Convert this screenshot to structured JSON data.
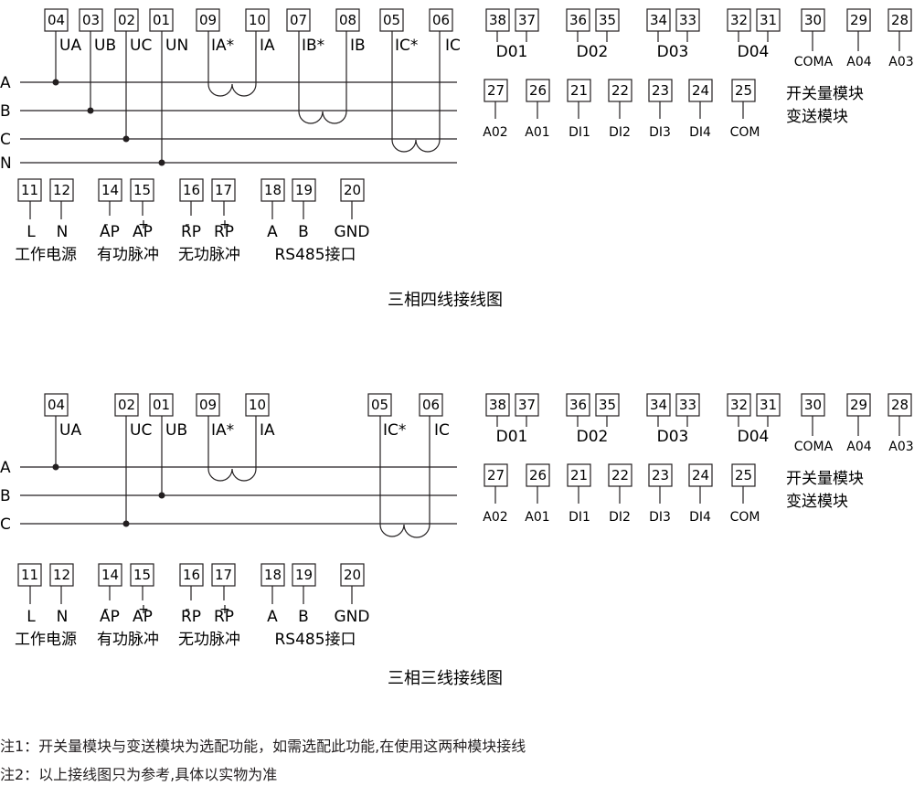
{
  "diagrams": [
    {
      "title": "三相四线接线图",
      "current_terminals": [
        {
          "num": "04",
          "label": "UA"
        },
        {
          "num": "03",
          "label": "UB"
        },
        {
          "num": "02",
          "label": "UC"
        },
        {
          "num": "01",
          "label": "UN"
        },
        {
          "num": "09",
          "label": "IA*"
        },
        {
          "num": "10",
          "label": "IA"
        },
        {
          "num": "07",
          "label": "IB*"
        },
        {
          "num": "08",
          "label": "IB"
        },
        {
          "num": "05",
          "label": "IC*"
        },
        {
          "num": "06",
          "label": "IC"
        }
      ],
      "lines": [
        "A",
        "B",
        "C",
        "N"
      ]
    },
    {
      "title": "三相三线接线图",
      "current_terminals": [
        {
          "num": "04",
          "label": "UA"
        },
        {
          "num": "02",
          "label": "UC"
        },
        {
          "num": "01",
          "label": "UB"
        },
        {
          "num": "09",
          "label": "IA*"
        },
        {
          "num": "10",
          "label": "IA"
        },
        {
          "num": "05",
          "label": "IC*"
        },
        {
          "num": "06",
          "label": "IC"
        }
      ],
      "lines": [
        "A",
        "B",
        "C"
      ]
    }
  ],
  "relay_module": {
    "pairs": [
      {
        "nums": [
          "38",
          "37"
        ],
        "label": "D01"
      },
      {
        "nums": [
          "36",
          "35"
        ],
        "label": "D02"
      },
      {
        "nums": [
          "34",
          "33"
        ],
        "label": "D03"
      },
      {
        "nums": [
          "32",
          "31"
        ],
        "label": "D04"
      }
    ],
    "singles": [
      {
        "num": "30",
        "label": "COMA"
      },
      {
        "num": "29",
        "label": "A04"
      },
      {
        "num": "28",
        "label": "A03"
      }
    ],
    "row2": [
      {
        "num": "27",
        "label": "A02"
      },
      {
        "num": "26",
        "label": "A01"
      },
      {
        "num": "21",
        "label": "DI1"
      },
      {
        "num": "22",
        "label": "DI2"
      },
      {
        "num": "23",
        "label": "DI3"
      },
      {
        "num": "24",
        "label": "DI4"
      },
      {
        "num": "25",
        "label": "COM"
      }
    ],
    "name_line1": "开关量模块",
    "name_line2": "变送模块"
  },
  "bottom_terminals": [
    {
      "num": "11",
      "label": "L"
    },
    {
      "num": "12",
      "label": "N"
    },
    {
      "num": "14",
      "label": "AP",
      "mark": "-"
    },
    {
      "num": "15",
      "label": "AP",
      "mark": "+"
    },
    {
      "num": "16",
      "label": "RP",
      "mark": "-"
    },
    {
      "num": "17",
      "label": "RP",
      "mark": "+"
    },
    {
      "num": "18",
      "label": "A"
    },
    {
      "num": "19",
      "label": "B"
    },
    {
      "num": "20",
      "label": "GND"
    }
  ],
  "bottom_groups": [
    "工作电源",
    "有功脉冲",
    "无功脉冲",
    "RS485接口"
  ],
  "notes": [
    "注1：开关量模块与变送模块为选配功能，如需选配此功能,在使用这两种模块接线",
    "注2：以上接线图只为参考,具体以实物为准"
  ]
}
